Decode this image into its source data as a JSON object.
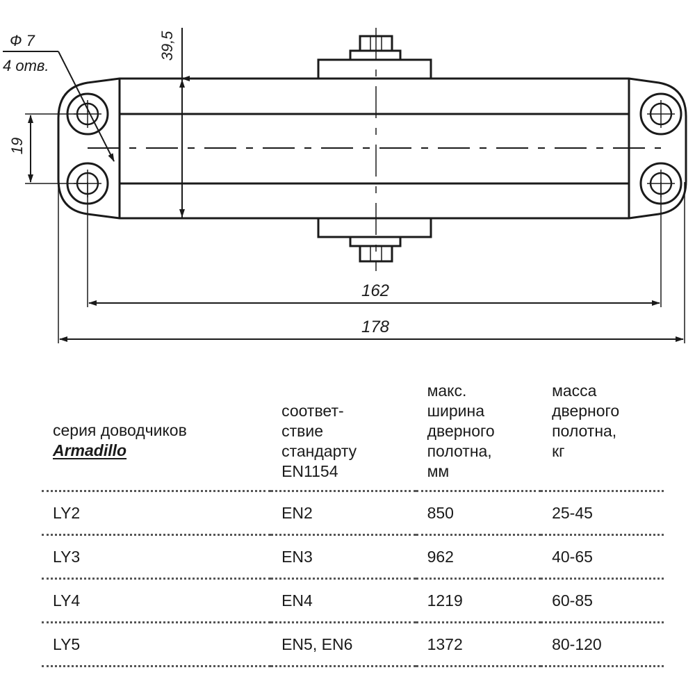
{
  "drawing": {
    "dimensions": {
      "height_overall": "39,5",
      "hole_spacing": "19",
      "hole_centers_length": "162",
      "overall_length": "178",
      "hole_diameter": "Ф 7",
      "hole_count": "4 отв."
    }
  },
  "table": {
    "headers": {
      "series_line": "серия доводчиков",
      "series_name": "Armadillo",
      "standard_lines": [
        "соответ-",
        "ствие",
        "стандарту",
        "EN1154"
      ],
      "width_lines": [
        "макс.",
        "ширина",
        "дверного",
        "полотна,",
        "мм"
      ],
      "mass_lines": [
        "масса",
        "дверного",
        "полотна,",
        "кг"
      ]
    },
    "rows": [
      {
        "series": "LY2",
        "standard": "EN2",
        "width": "850",
        "mass": "25-45"
      },
      {
        "series": "LY3",
        "standard": "EN3",
        "width": "962",
        "mass": "40-65"
      },
      {
        "series": "LY4",
        "standard": "EN4",
        "width": "1219",
        "mass": "60-85"
      },
      {
        "series": "LY5",
        "standard": "EN5, EN6",
        "width": "1372",
        "mass": "80-120"
      }
    ]
  }
}
